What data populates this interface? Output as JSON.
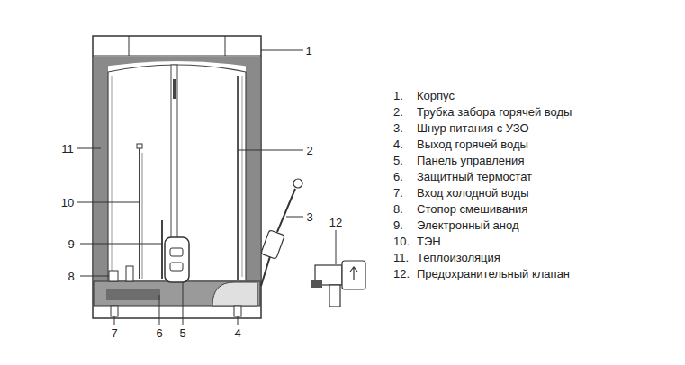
{
  "diagram": {
    "labels": [
      "1",
      "2",
      "3",
      "12",
      "11",
      "10",
      "9",
      "8",
      "7",
      "6",
      "5",
      "4",
      "1.",
      "Корпус",
      "2.",
      "Трубка забора горячей воды",
      "3.",
      "Шнур питания с УЗО",
      "4.",
      "Выход горячей воды",
      "5.",
      "Панель управления",
      "6.",
      "Защитный термостат",
      "7.",
      "Вход холодной воды",
      "8.",
      "Стопор смешивания",
      "9.",
      "Электронный анод",
      "10.",
      "ТЭН",
      "11.",
      "Теплоизоляция",
      "12.",
      "Предохранительный клапан"
    ]
  }
}
